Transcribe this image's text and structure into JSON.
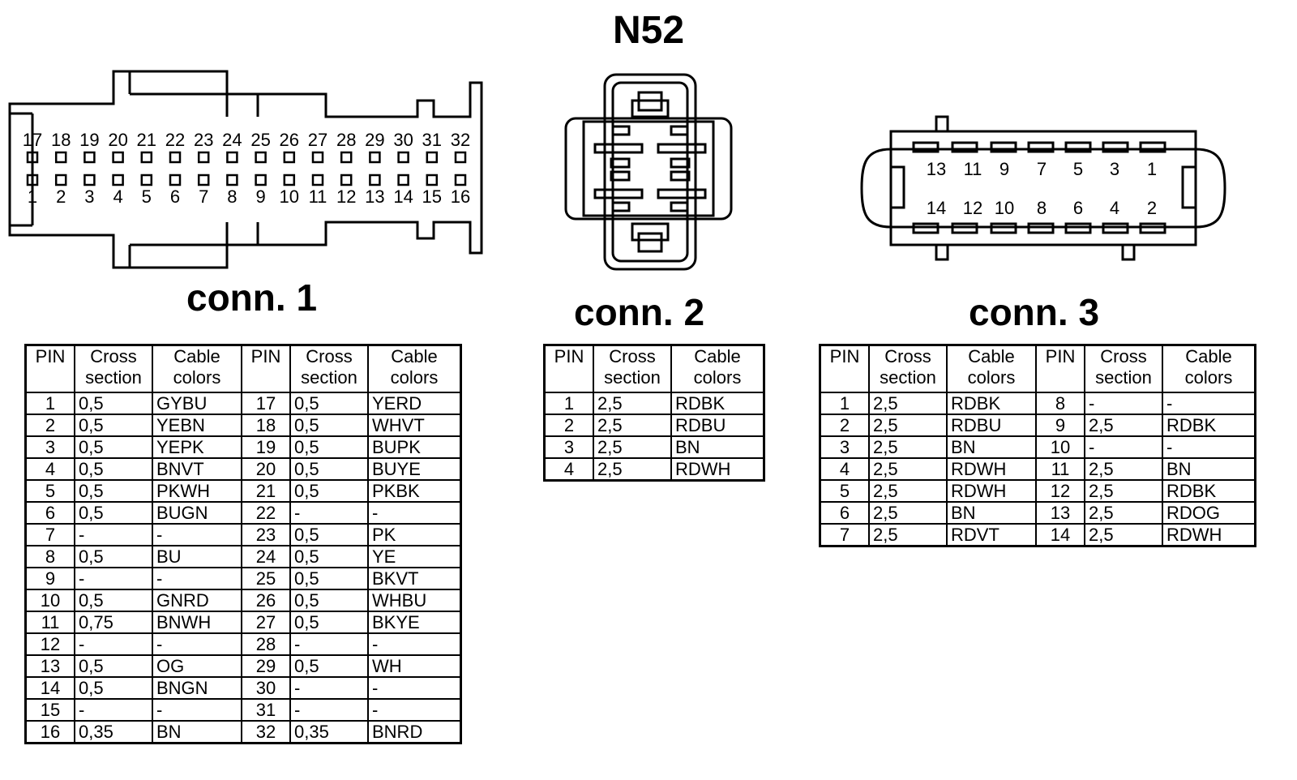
{
  "title": "N52",
  "connectors": [
    {
      "label": "conn. 1",
      "top_pins": [
        "17",
        "18",
        "19",
        "20",
        "21",
        "22",
        "23",
        "24",
        "25",
        "26",
        "27",
        "28",
        "29",
        "30",
        "31",
        "32"
      ],
      "bottom_pins": [
        "1",
        "2",
        "3",
        "4",
        "5",
        "6",
        "7",
        "8",
        "9",
        "10",
        "11",
        "12",
        "13",
        "14",
        "15",
        "16"
      ],
      "headers": [
        "PIN",
        "Cross section",
        "Cable colors",
        "PIN",
        "Cross section",
        "Cable colors"
      ],
      "rows": [
        [
          "1",
          "0,5",
          "GYBU",
          "17",
          "0,5",
          "YERD"
        ],
        [
          "2",
          "0,5",
          "YEBN",
          "18",
          "0,5",
          "WHVT"
        ],
        [
          "3",
          "0,5",
          "YEPK",
          "19",
          "0,5",
          "BUPK"
        ],
        [
          "4",
          "0,5",
          "BNVT",
          "20",
          "0,5",
          "BUYE"
        ],
        [
          "5",
          "0,5",
          "PKWH",
          "21",
          "0,5",
          "PKBK"
        ],
        [
          "6",
          "0,5",
          "BUGN",
          "22",
          "-",
          "-"
        ],
        [
          "7",
          "-",
          "-",
          "23",
          "0,5",
          "PK"
        ],
        [
          "8",
          "0,5",
          "BU",
          "24",
          "0,5",
          "YE"
        ],
        [
          "9",
          "-",
          "-",
          "25",
          "0,5",
          "BKVT"
        ],
        [
          "10",
          "0,5",
          "GNRD",
          "26",
          "0,5",
          "WHBU"
        ],
        [
          "11",
          "0,75",
          "BNWH",
          "27",
          "0,5",
          "BKYE"
        ],
        [
          "12",
          "-",
          "-",
          "28",
          "-",
          "-"
        ],
        [
          "13",
          "0,5",
          "OG",
          "29",
          "0,5",
          "WH"
        ],
        [
          "14",
          "0,5",
          "BNGN",
          "30",
          "-",
          "-"
        ],
        [
          "15",
          "-",
          "-",
          "31",
          "-",
          "-"
        ],
        [
          "16",
          "0,35",
          "BN",
          "32",
          "0,35",
          "BNRD"
        ]
      ]
    },
    {
      "label": "conn. 2",
      "headers": [
        "PIN",
        "Cross section",
        "Cable colors"
      ],
      "rows": [
        [
          "1",
          "2,5",
          "RDBK"
        ],
        [
          "2",
          "2,5",
          "RDBU"
        ],
        [
          "3",
          "2,5",
          "BN"
        ],
        [
          "4",
          "2,5",
          "RDWH"
        ]
      ]
    },
    {
      "label": "conn. 3",
      "top_pins": [
        "13",
        "11",
        "9",
        "7",
        "5",
        "3",
        "1"
      ],
      "bottom_pins": [
        "14",
        "12",
        "10",
        "8",
        "6",
        "4",
        "2"
      ],
      "headers": [
        "PIN",
        "Cross section",
        "Cable colors",
        "PIN",
        "Cross section",
        "Cable colors"
      ],
      "rows": [
        [
          "1",
          "2,5",
          "RDBK",
          "8",
          "-",
          "-"
        ],
        [
          "2",
          "2,5",
          "RDBU",
          "9",
          "2,5",
          "RDBK"
        ],
        [
          "3",
          "2,5",
          "BN",
          "10",
          "-",
          "-"
        ],
        [
          "4",
          "2,5",
          "RDWH",
          "11",
          "2,5",
          "BN"
        ],
        [
          "5",
          "2,5",
          "RDWH",
          "12",
          "2,5",
          "RDBK"
        ],
        [
          "6",
          "2,5",
          "BN",
          "13",
          "2,5",
          "RDOG"
        ],
        [
          "7",
          "2,5",
          "RDVT",
          "14",
          "2,5",
          "RDWH"
        ]
      ]
    }
  ]
}
